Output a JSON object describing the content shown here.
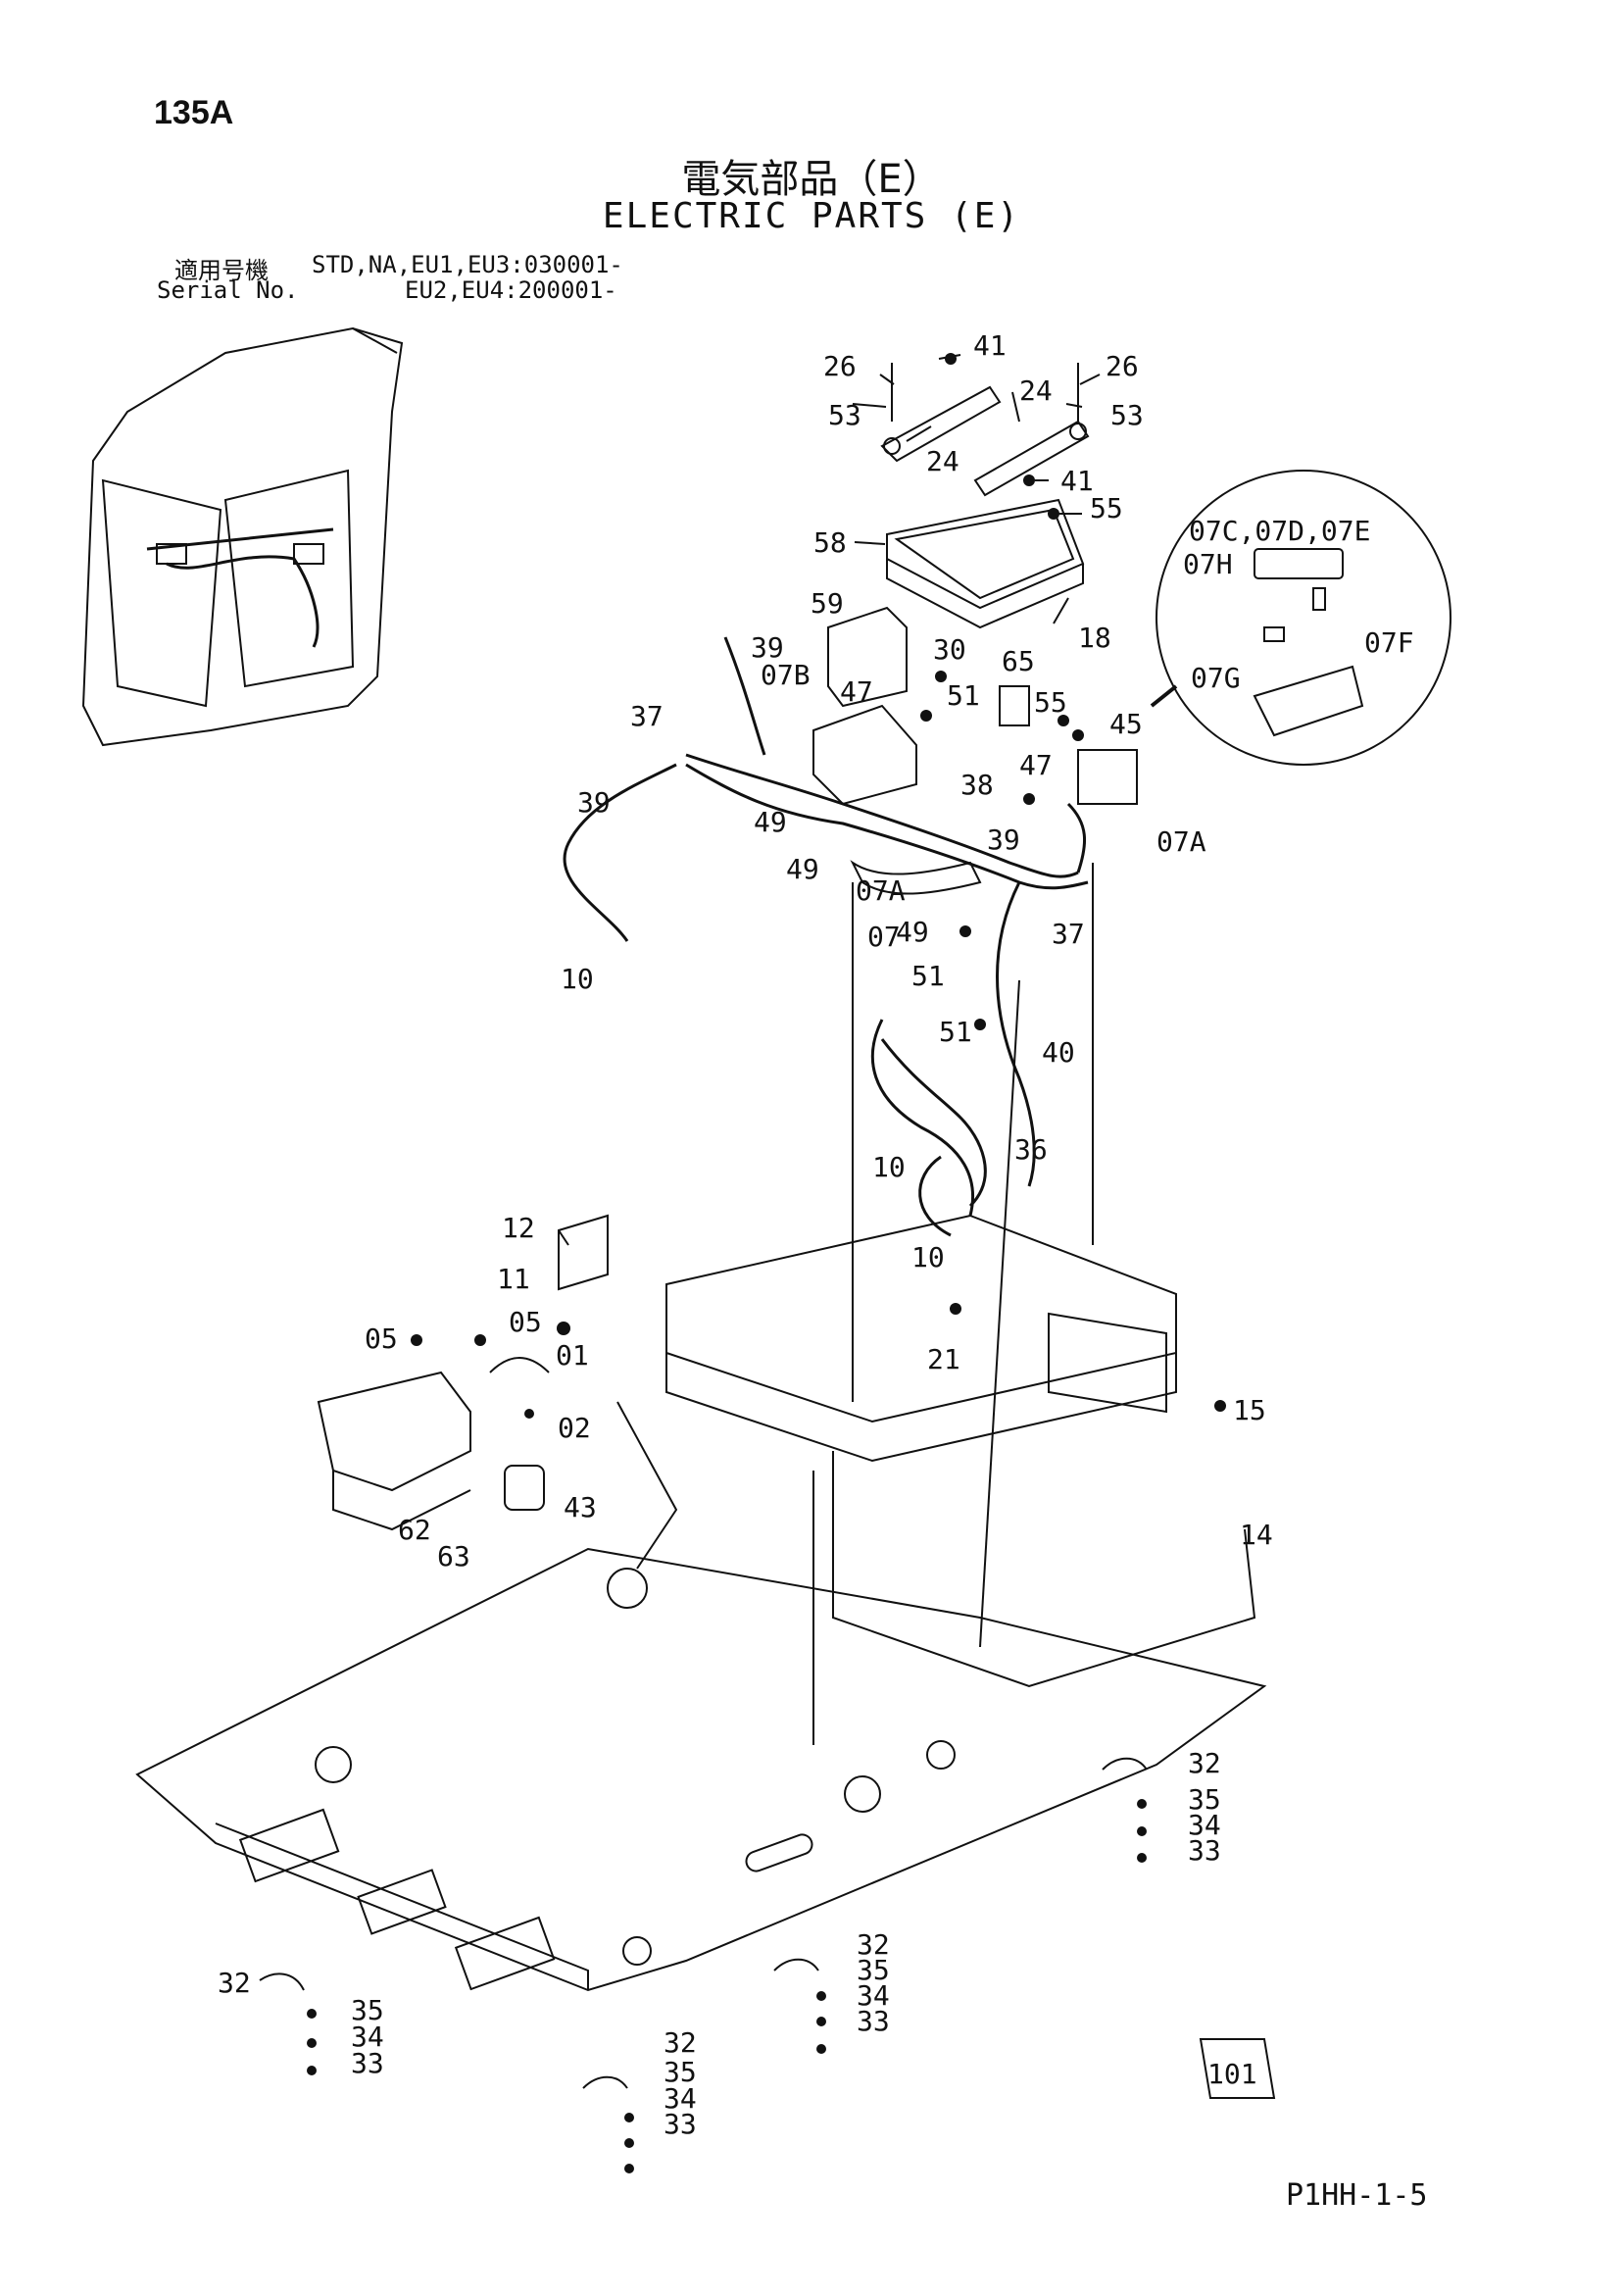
{
  "header": {
    "page_no": "135A",
    "title_jp": "電気部品（E）",
    "title_en": "ELECTRIC PARTS (E)",
    "serial_label_jp": "適用号機",
    "serial_label_en": "Serial No.",
    "serial_line_1": "STD,NA,EU1,EU3:030001-",
    "serial_line_2": "EU2,EU4:200001-"
  },
  "footer": {
    "doc_code": "P1HH-1-5"
  },
  "callouts": [
    "26",
    "41",
    "26",
    "53",
    "24",
    "24",
    "53",
    "41",
    "55",
    "58",
    "18",
    "59",
    "39",
    "30",
    "65",
    "07B",
    "47",
    "51",
    "55",
    "45",
    "37",
    "47",
    "38",
    "49",
    "39",
    "49",
    "07A",
    "39",
    "07A",
    "49",
    "07",
    "37",
    "51",
    "10",
    "51",
    "40",
    "10",
    "36",
    "10",
    "12",
    "11",
    "05",
    "05",
    "01",
    "21",
    "15",
    "02",
    "43",
    "62",
    "63",
    "14",
    "32",
    "35",
    "34",
    "33",
    "32",
    "35",
    "34",
    "33",
    "32",
    "35",
    "34",
    "33",
    "32",
    "35",
    "34",
    "33",
    "101",
    "07C,07D,07E",
    "07H",
    "07G",
    "07F"
  ]
}
